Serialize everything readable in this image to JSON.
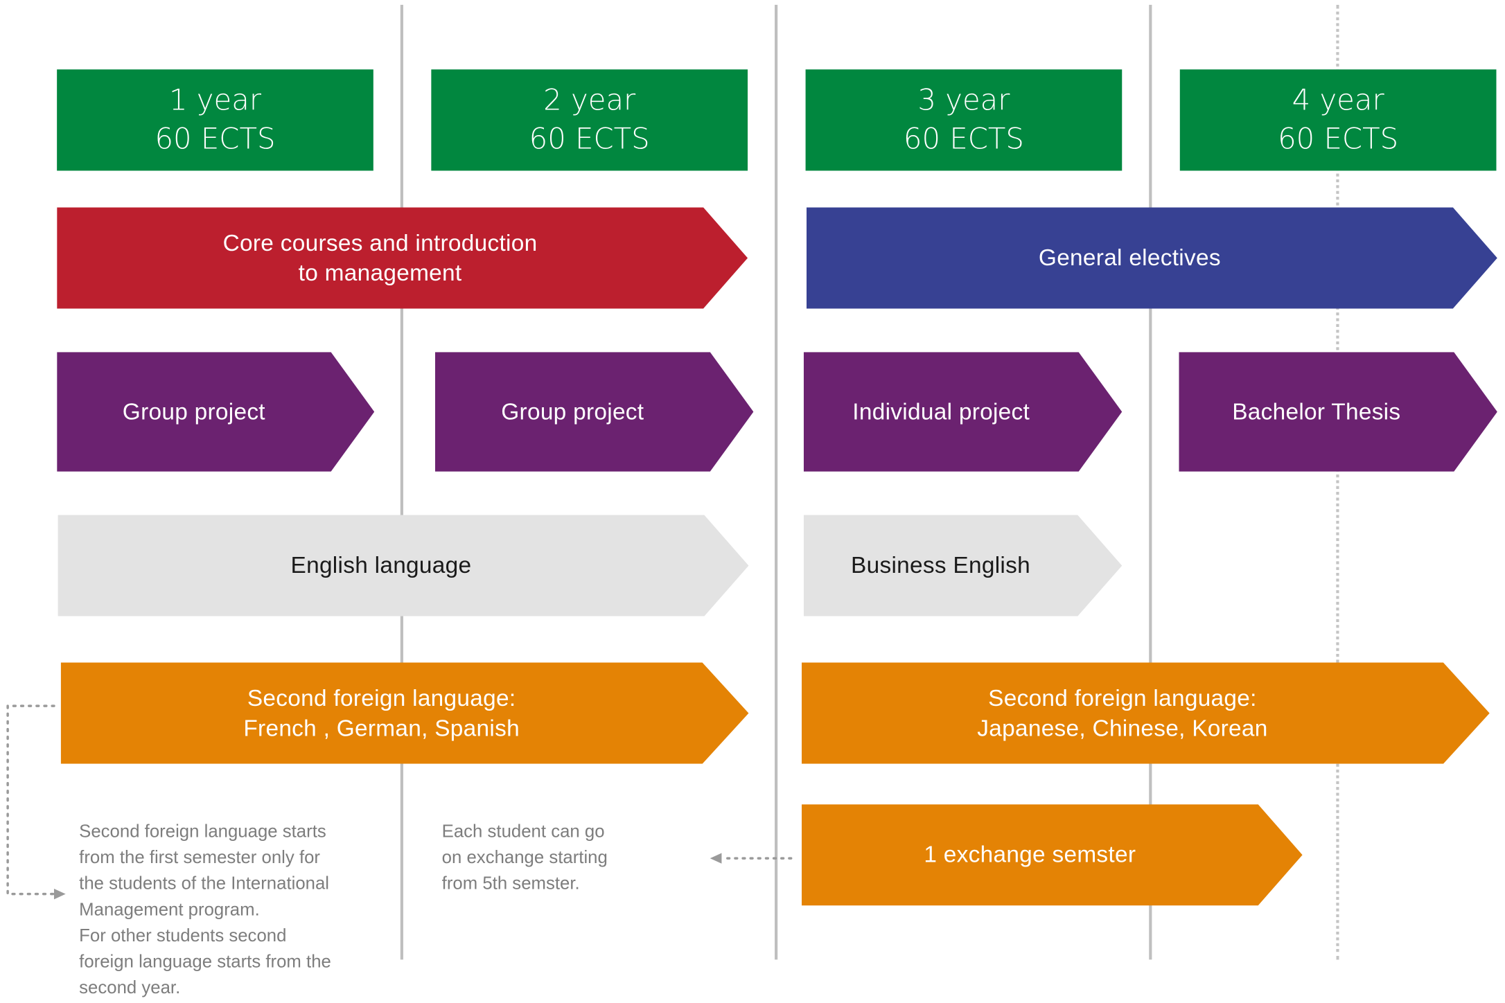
{
  "years": [
    {
      "year": "1 year",
      "credits": "60 ECTS"
    },
    {
      "year": "2 year",
      "credits": "60 ECTS"
    },
    {
      "year": "3 year",
      "credits": "60 ECTS"
    },
    {
      "year": "4 year",
      "credits": "60 ECTS"
    }
  ],
  "blocks": {
    "core": [
      "Core courses and introduction",
      "to management"
    ],
    "general_electives": "General electives",
    "group_project_1": "Group project",
    "group_project_2": "Group project",
    "individual_project": "Individual project",
    "bachelor_thesis": "Bachelor Thesis",
    "english_language": "English language",
    "business_english": "Business English",
    "second_language_european": [
      "Second foreign language:",
      "French , German, Spanish"
    ],
    "second_language_asian": [
      "Second foreign language:",
      "Japanese, Chinese, Korean"
    ],
    "exchange": "1 exchange semster"
  },
  "notes": {
    "second_language_note": [
      "Second foreign language starts",
      "from the first semester only for",
      "the students of the International",
      "Management program.",
      "For other students second",
      "foreign language starts from the",
      "second year."
    ],
    "exchange_note": [
      "Each student can go",
      "on exchange starting",
      "from 5th semster."
    ]
  },
  "colors": {
    "year_header": "#01873f",
    "core": "#bc1f2e",
    "electives": "#374193",
    "projects": "#6b2270",
    "english": "#e3e3e3",
    "second_language": "#e48305",
    "note_text": "#7d7d7d",
    "divider": "#bfbfbf"
  }
}
